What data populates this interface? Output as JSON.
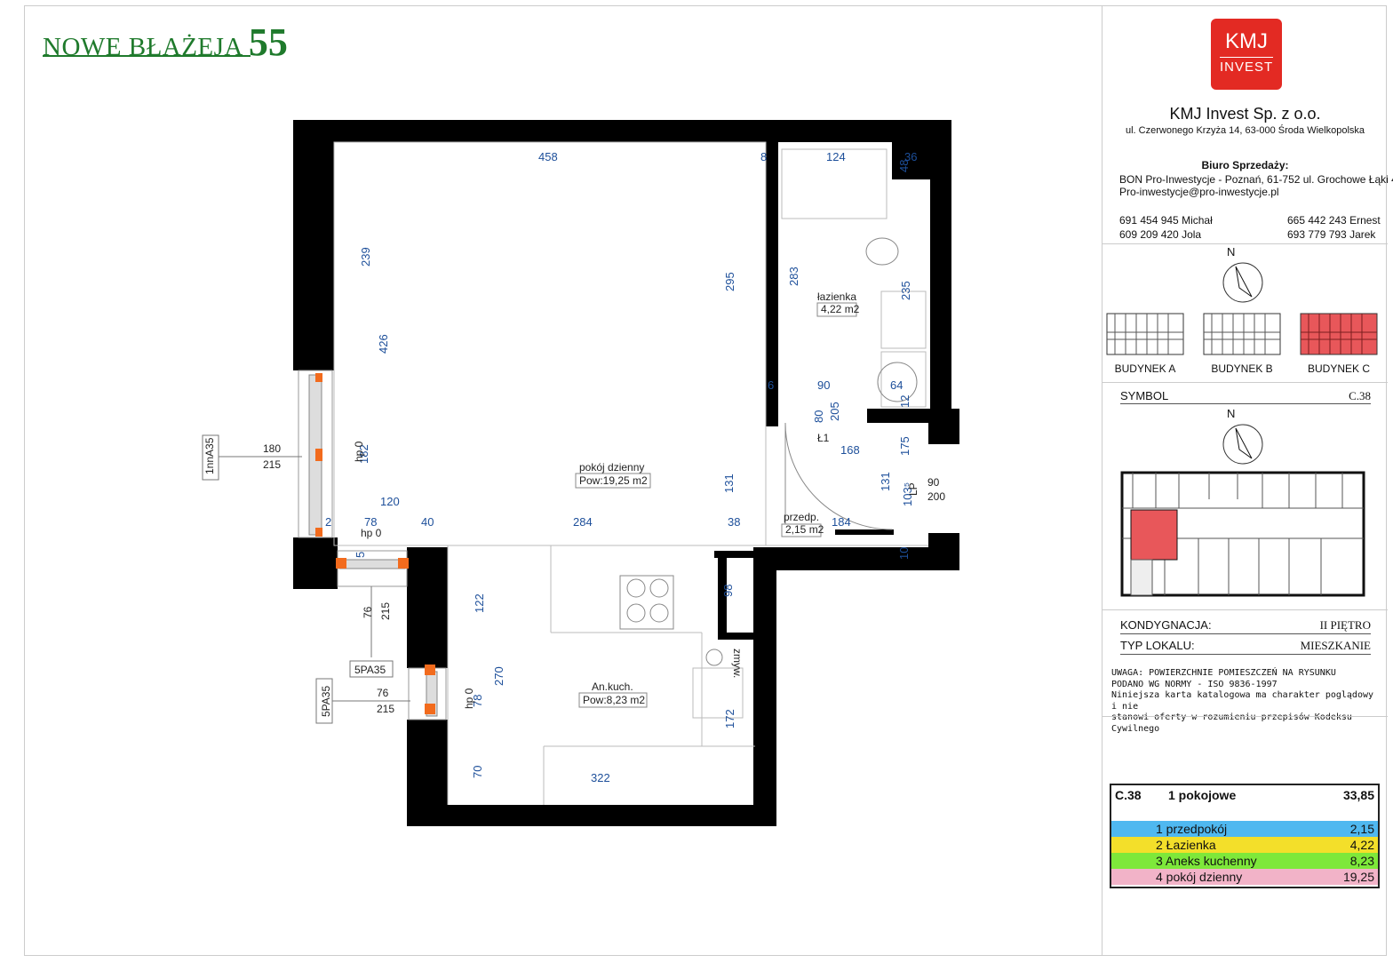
{
  "brand": {
    "name": "NOWE BŁAŻEJA",
    "number": "55"
  },
  "logo": {
    "line1": "KMJ",
    "line2": "INVEST"
  },
  "company": {
    "name": "KMJ Invest Sp. z o.o.",
    "address": "ul. Czerwonego Krzyża 14, 63-000 Środa Wielkopolska",
    "sales_heading": "Biuro Sprzedaży:",
    "sales_office": "BON Pro-Inwestycje - Poznań, 61-752 ul. Grochowe Łąki 4",
    "email": "Pro-inwestycje@pro-inwestycje.pl",
    "phones": [
      "691 454 945 Michał",
      "665 442 243 Ernest",
      "609 209 420 Jola",
      "693 779 793 Jarek"
    ]
  },
  "compass_label": "N",
  "buildings": {
    "a": "BUDYNEK A",
    "b": "BUDYNEK B",
    "c": "BUDYNEK C",
    "highlight_color": "#e8575a"
  },
  "symbol": {
    "label": "SYMBOL",
    "value": "C.38"
  },
  "floor": {
    "label": "KONDYGNACJA:",
    "value": "II PIĘTRO"
  },
  "unit_type": {
    "label": "TYP LOKALU:",
    "value": "MIESZKANIE"
  },
  "note": {
    "line1": "UWAGA: POWIERZCHNIE POMIESZCZEŃ NA RYSUNKU",
    "line2": "PODANO WG NORMY - ISO 9836-1997",
    "line3": "Niniejsza karta katalogowa ma charakter poglądowy i nie",
    "line4": "stanowi oferty w rozumieniu przepisów Kodeksu Cywilnego"
  },
  "summary": {
    "symbol": "C.38",
    "type": "1 pokojowe",
    "total": "33,85",
    "rooms": [
      {
        "label": "1 przedpokój",
        "value": "2,15",
        "color": "#4fb8f0"
      },
      {
        "label": "2 Łazienka",
        "value": "4,22",
        "color": "#f3df2a"
      },
      {
        "label": "3 Aneks kuchenny",
        "value": "8,23",
        "color": "#7ee83a"
      },
      {
        "label": "4 pokój dzienny",
        "value": "19,25",
        "color": "#f2b3c8"
      }
    ]
  },
  "plan": {
    "rooms": {
      "living_name": "pokój dzienny",
      "living_area": "Pow:19,25 m2",
      "bath_name": "łazienka",
      "bath_area": "4,22 m2",
      "hall_name": "przedp.",
      "hall_area": "2,15 m2",
      "kitchen_name": "An.kuch.",
      "kitchen_area": "Pow:8,23 m2"
    },
    "dims": {
      "d458": "458",
      "d8": "8",
      "d124": "124",
      "d36": "36",
      "d48": "48",
      "d239": "239",
      "d426": "426",
      "d295": "295",
      "d283": "283",
      "d235": "235",
      "d90a": "90",
      "d64": "64",
      "d6": "6",
      "d12": "12",
      "d80": "80",
      "d205": "205",
      "d168": "168",
      "d175": "175",
      "d182": "182",
      "d120": "120",
      "d131a": "131",
      "d131b": "131",
      "d1035": "103⁵",
      "d78a": "78",
      "d40": "40",
      "d284": "284",
      "d38": "38",
      "d184": "184",
      "d2": "2",
      "d5": "5",
      "d10": "10",
      "d122": "122",
      "d98": "98",
      "d270": "270",
      "d78b": "78",
      "d70": "70",
      "d322": "322",
      "d172": "172"
    },
    "labels": {
      "hp0a": "hp 0",
      "hp0b": "hp 0",
      "hp0c": "hp 0",
      "l1": "Ł1",
      "lp": "LP",
      "zmyw": "zmyw.",
      "w1_code": "1nnA35",
      "w1_h1": "180",
      "w1_h2": "215",
      "w2_h1": "76",
      "w2_h2": "215",
      "w2_code": "5PA35",
      "w3_code": "5PA35",
      "w3_h1": "76",
      "w3_h2": "215",
      "door_h1": "90",
      "door_h2": "200"
    }
  }
}
